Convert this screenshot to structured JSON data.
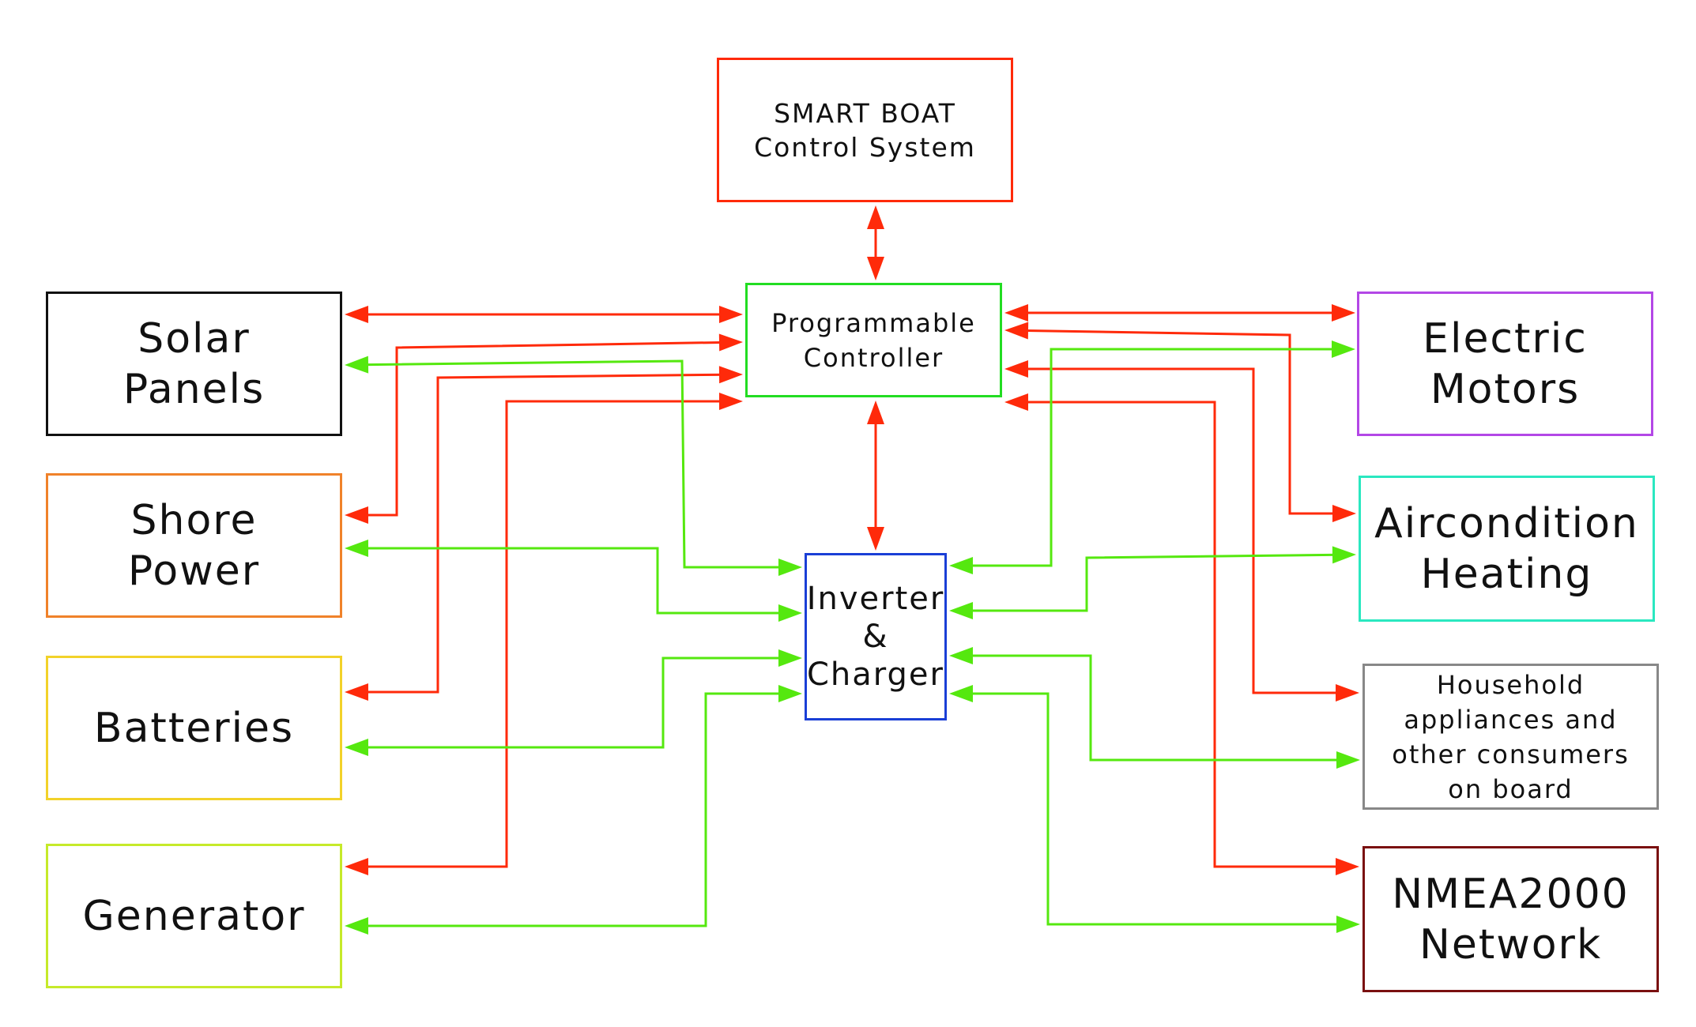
{
  "colors": {
    "control_link": "#ff2a0a",
    "power_link": "#55e80f"
  },
  "nodes": {
    "smart_boat": {
      "lines": [
        "SMART BOAT",
        "Control System"
      ],
      "border": "#ff2a0a"
    },
    "controller": {
      "lines": [
        "Programmable",
        "Controller"
      ],
      "border": "#22dd22"
    },
    "inverter": {
      "lines": [
        "Inverter",
        "&",
        "Charger"
      ],
      "border": "#1a3fd6"
    },
    "solar": {
      "lines": [
        "Solar",
        "Panels"
      ],
      "border": "#111111"
    },
    "shore": {
      "lines": [
        "Shore",
        "Power"
      ],
      "border": "#f0822a"
    },
    "batteries": {
      "lines": [
        "Batteries"
      ],
      "border": "#f2d22a"
    },
    "generator": {
      "lines": [
        "Generator"
      ],
      "border": "#c6ea2a"
    },
    "motors": {
      "lines": [
        "Electric",
        "Motors"
      ],
      "border": "#b347e6"
    },
    "aircon": {
      "lines": [
        "Aircondition",
        "Heating"
      ],
      "border": "#2ae8c0"
    },
    "household": {
      "lines": [
        "Household",
        "appliances and",
        "other consumers",
        "on board"
      ],
      "border": "#888888"
    },
    "nmea": {
      "lines": [
        "NMEA2000",
        "Network"
      ],
      "border": "#7a1010"
    }
  }
}
